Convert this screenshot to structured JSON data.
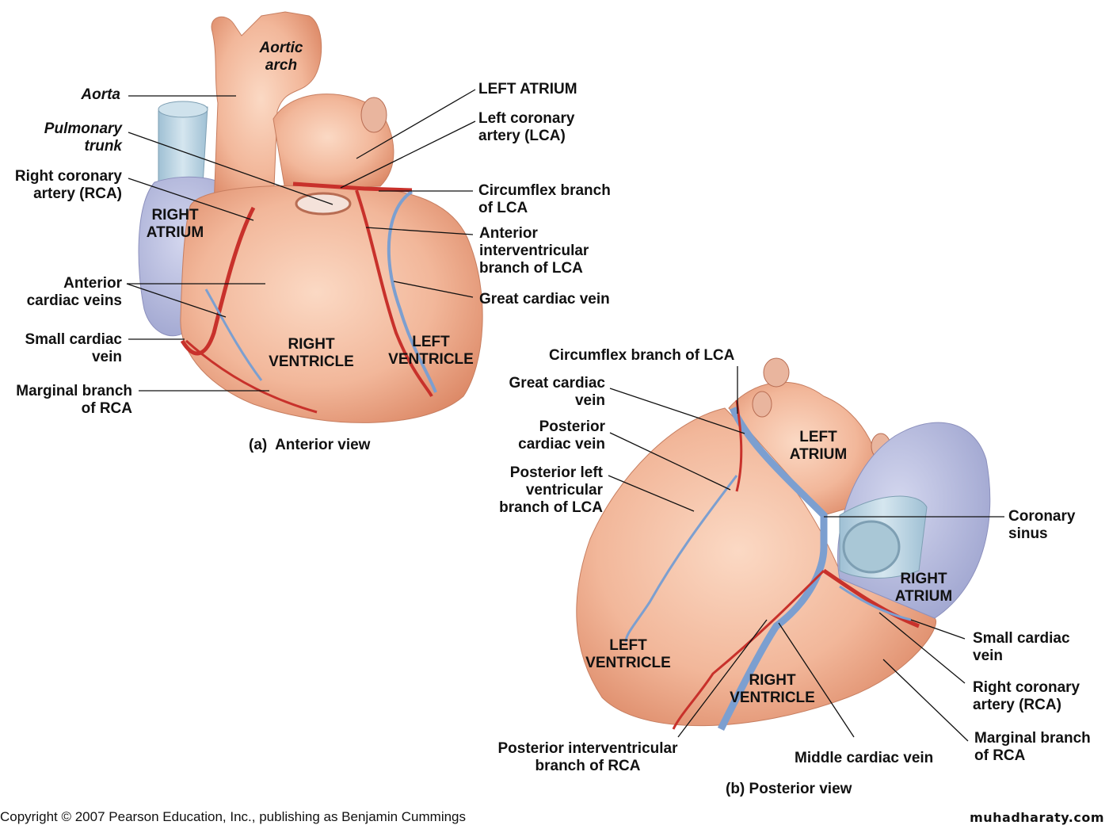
{
  "figure": {
    "anterior": {
      "caption": "(a)  Anterior view",
      "regions": {
        "right_atrium": "RIGHT\nATRIUM",
        "right_ventricle": "RIGHT\nVENTRICLE",
        "left_ventricle": "LEFT\nVENTRICLE"
      },
      "labels": {
        "aortic_arch": "Aortic\narch",
        "aorta": "Aorta",
        "pulmonary_trunk": "Pulmonary\ntrunk",
        "right_coronary_artery": "Right coronary\nartery (RCA)",
        "anterior_cardiac_veins": "Anterior\ncardiac veins",
        "small_cardiac_vein": "Small cardiac\nvein",
        "marginal_branch": "Marginal branch\nof RCA",
        "left_atrium": "LEFT ATRIUM",
        "left_coronary_artery": "Left coronary\nartery (LCA)",
        "circumflex_branch": "Circumflex branch\nof LCA",
        "anterior_interventricular": "Anterior\ninterventricular\nbranch of LCA",
        "great_cardiac_vein": "Great cardiac vein"
      }
    },
    "posterior": {
      "caption": "(b) Posterior view",
      "regions": {
        "left_atrium": "LEFT\nATRIUM",
        "right_atrium": "RIGHT\nATRIUM",
        "left_ventricle": "LEFT\nVENTRICLE",
        "right_ventricle": "RIGHT\nVENTRICLE"
      },
      "labels": {
        "circumflex_branch": "Circumflex branch of LCA",
        "great_cardiac_vein": "Great cardiac\nvein",
        "posterior_cardiac_vein": "Posterior\ncardiac vein",
        "posterior_left_ventricular": "Posterior left\nventricular\nbranch of LCA",
        "coronary_sinus": "Coronary\nsinus",
        "small_cardiac_vein": "Small cardiac\nvein",
        "right_coronary_artery": "Right coronary\nartery (RCA)",
        "marginal_branch": "Marginal branch\nof RCA",
        "posterior_interventricular": "Posterior interventricular\nbranch of RCA",
        "middle_cardiac_vein": "Middle cardiac vein"
      }
    },
    "colors": {
      "myocardium": "#f2b79a",
      "myocardium_shade": "#e08d6d",
      "artery": "#c8312b",
      "vein": "#7c9fd0",
      "atrium_blue": "#b9bfe0",
      "vena_cava": "#b8d4e3"
    }
  },
  "footer": {
    "copyright": "Copyright © 2007 Pearson Education, Inc., publishing as Benjamin Cummings",
    "watermark": "muhadharaty.com"
  }
}
